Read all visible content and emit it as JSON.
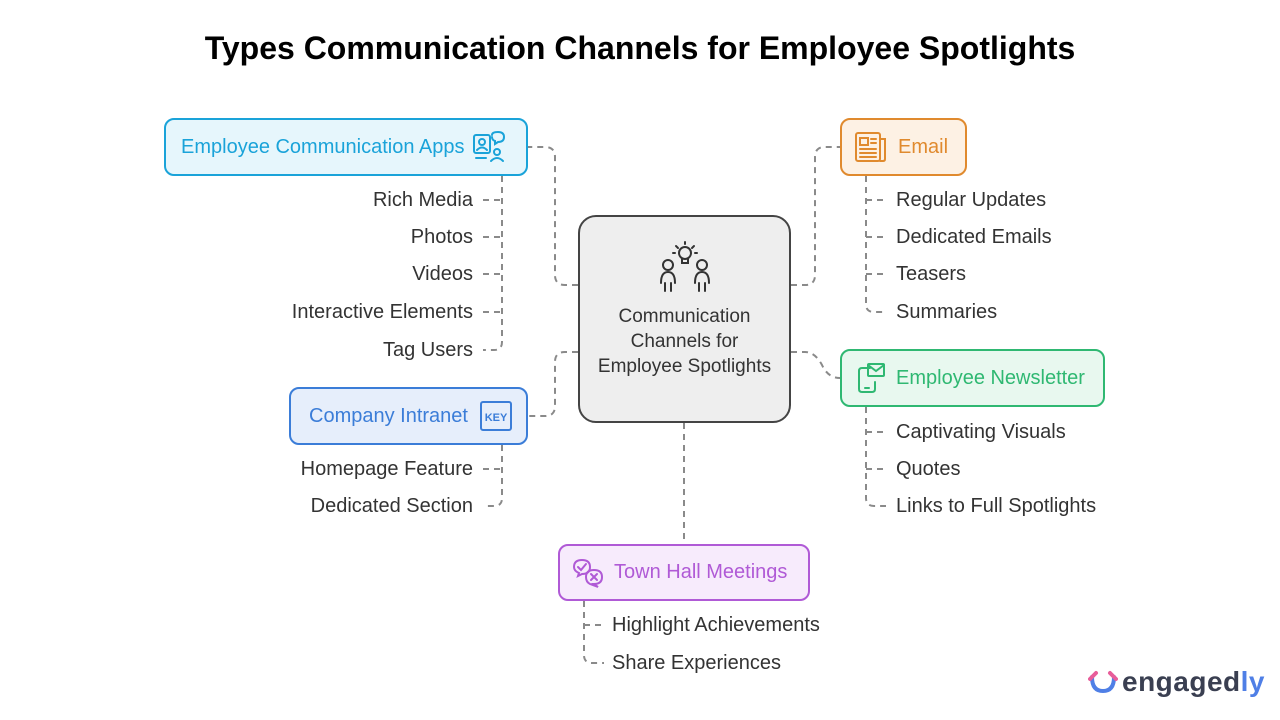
{
  "title": "Types Communication Channels for Employee Spotlights",
  "center": {
    "label": "Communication Channels for Employee Spotlights",
    "icon": "people-idea-icon"
  },
  "branches": {
    "apps": {
      "label": "Employee Communication Apps",
      "icon": "user-chat-icon",
      "color": "#1aa3d9",
      "items": [
        "Rich Media",
        "Photos",
        "Videos",
        "Interactive Elements",
        "Tag Users"
      ]
    },
    "intranet": {
      "label": "Company Intranet",
      "icon": "key-icon",
      "color": "#3b7dd8",
      "items": [
        "Homepage Feature",
        "Dedicated Section"
      ]
    },
    "email": {
      "label": "Email",
      "icon": "newspaper-icon",
      "color": "#e08a2e",
      "items": [
        "Regular Updates",
        "Dedicated Emails",
        "Teasers",
        "Summaries"
      ]
    },
    "newsletter": {
      "label": "Employee Newsletter",
      "icon": "phone-mail-icon",
      "color": "#2fb872",
      "items": [
        "Captivating Visuals",
        "Quotes",
        "Links to Full Spotlights"
      ]
    },
    "townhall": {
      "label": "Town Hall Meetings",
      "icon": "chat-bubbles-icon",
      "color": "#b05ad6",
      "items": [
        "Highlight Achievements",
        "Share Experiences"
      ]
    }
  },
  "logo": {
    "main": "engaged",
    "accent": "ly"
  }
}
